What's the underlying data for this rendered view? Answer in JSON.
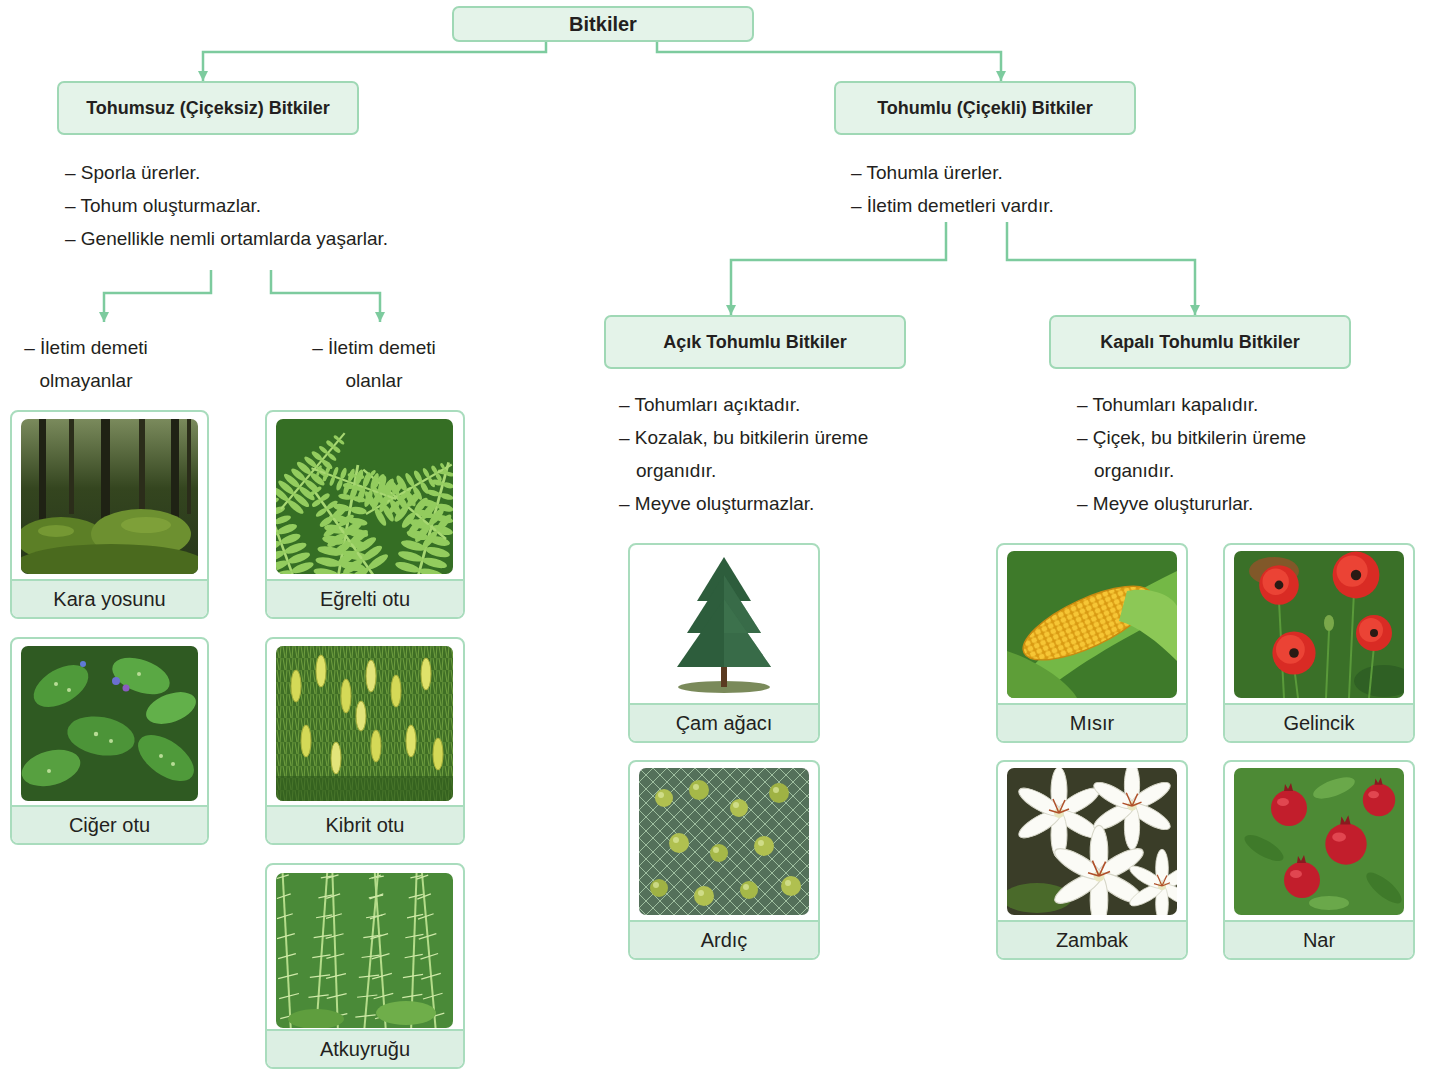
{
  "diagram": {
    "nodes": [
      {
        "text": [
          "Bitkiler"
        ]
      },
      {
        "text": [
          "Tohumsuz (Çiçeksiz) Bitkiler",
          "– Sporla ürerler.",
          "– Tohum oluşturmazlar.",
          "– Genellikle nemli ortamlarda yaşarlar."
        ]
      },
      {
        "text": [
          "Tohumlu (Çiçekli) Bitkiler",
          "– Tohumla ürerler.",
          "– İletim demetleri vardır."
        ]
      },
      {
        "text": [
          "Açık Tohumlu Bitkiler",
          "– Tohumları açıktadır.",
          "– Kozalak, bu bitkilerin üreme organıdır.",
          "– Meyve oluşturmazlar."
        ]
      },
      {
        "text": [
          "Kapalı Tohumlu Bitkiler",
          "– Tohumları kapalıdır.",
          "– Çiçek, bu bitkilerin üreme organıdır.",
          "– Meyve oluştururlar."
        ]
      },
      {
        "text": [
          "Kara yosunu"
        ]
      },
      {
        "text": [
          "Ciğer otu"
        ]
      },
      {
        "text": [
          "Eğrelti otu"
        ]
      },
      {
        "text": [
          "Kibrit otu"
        ]
      },
      {
        "text": [
          "Atkuyruğu"
        ]
      },
      {
        "text": [
          "Çam ağacı"
        ]
      },
      {
        "text": [
          "Ardıç"
        ]
      },
      {
        "text": [
          "Mısır"
        ]
      },
      {
        "text": [
          "Gelincik"
        ]
      },
      {
        "text": [
          "Zambak"
        ]
      },
      {
        "text": [
          "Nar"
        ]
      }
    ],
    "edges": [
      {
        "from": 0,
        "to": 1,
        "arrow": "to"
      },
      {
        "from": 0,
        "to": 2,
        "arrow": "to"
      },
      {
        "from": 2,
        "to": 3,
        "arrow": "to"
      },
      {
        "from": 2,
        "to": 4,
        "arrow": "to"
      }
    ],
    "labels": [
      "– İletim demeti olmayanlar",
      "– İletim demeti olanlar"
    ]
  }
}
